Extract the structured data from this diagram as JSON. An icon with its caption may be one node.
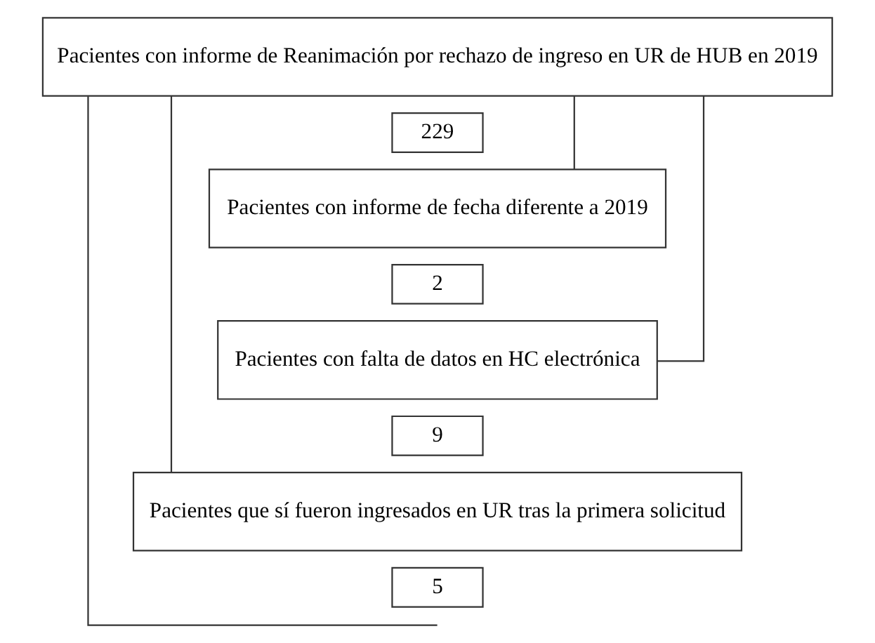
{
  "diagram": {
    "nodes": [
      {
        "text": [
          "Pacientes con informe de Reanimación por rechazo de ingreso en UR de HUB en 2019"
        ]
      },
      {
        "text": [
          "229"
        ]
      },
      {
        "text": [
          "Pacientes con informe de fecha diferente a 2019"
        ]
      },
      {
        "text": [
          "2"
        ]
      },
      {
        "text": [
          "Pacientes con falta de datos en HC electrónica"
        ]
      },
      {
        "text": [
          "9"
        ]
      },
      {
        "text": [
          "Pacientes que sí fueron ingresados en UR tras la primera solicitud"
        ]
      },
      {
        "text": [
          "5"
        ]
      }
    ],
    "edges": [
      {
        "from": 0,
        "to": 2,
        "arrow": "none"
      },
      {
        "from": 0,
        "to": 4,
        "arrow": "none"
      },
      {
        "from": 0,
        "to": 6,
        "arrow": "none"
      },
      {
        "from": 0,
        "to": null,
        "arrow": "none"
      }
    ]
  }
}
